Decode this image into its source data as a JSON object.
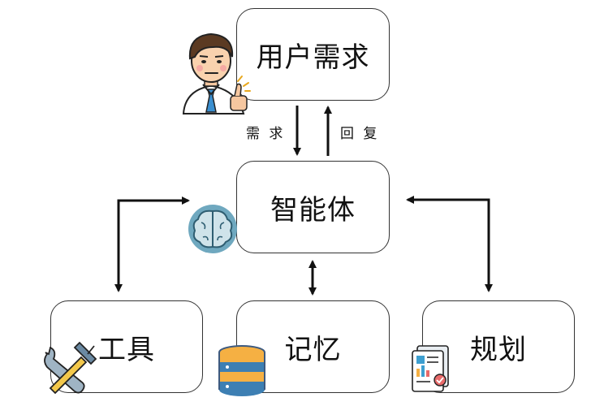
{
  "nodes": {
    "user": "用户需求",
    "agent": "智能体",
    "tool": "工具",
    "memory": "记忆",
    "plan": "规划"
  },
  "edges": {
    "request": "需 求",
    "reply": "回 复"
  },
  "icons": {
    "user": "person-with-thumbs-up-icon",
    "agent": "brain-icon",
    "tool": "wrench-hammer-icon",
    "memory": "database-icon",
    "plan": "document-chart-icon"
  },
  "colors": {
    "arrow": "#111111",
    "box_border": "#333333",
    "brain_bg": "#6fa8bf",
    "database": "#f5b043",
    "database_band": "#3d7fb3"
  }
}
